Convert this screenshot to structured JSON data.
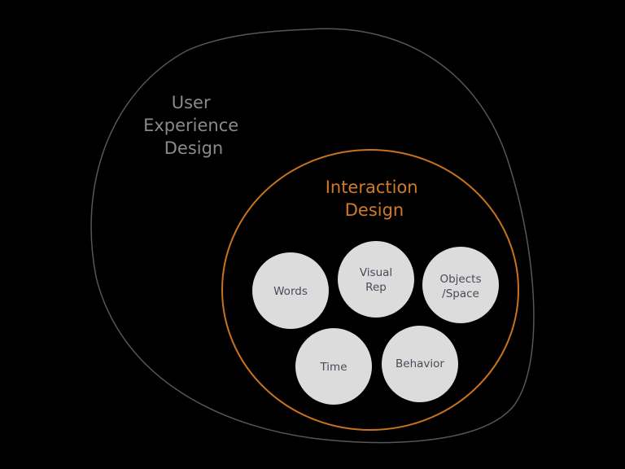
{
  "outer": {
    "label_lines": [
      "User",
      "Experience",
      "Design"
    ],
    "stroke": "#55565c"
  },
  "inner": {
    "label_lines": [
      "Interaction",
      "Design"
    ],
    "stroke": "#c8721e"
  },
  "bubbles": [
    {
      "lines": [
        "Words"
      ]
    },
    {
      "lines": [
        "Visual",
        "Rep"
      ]
    },
    {
      "lines": [
        "Objects",
        "/Space"
      ]
    },
    {
      "lines": [
        "Time"
      ]
    },
    {
      "lines": [
        "Behavior"
      ]
    }
  ],
  "bubble_fill": "#dcdcdc"
}
